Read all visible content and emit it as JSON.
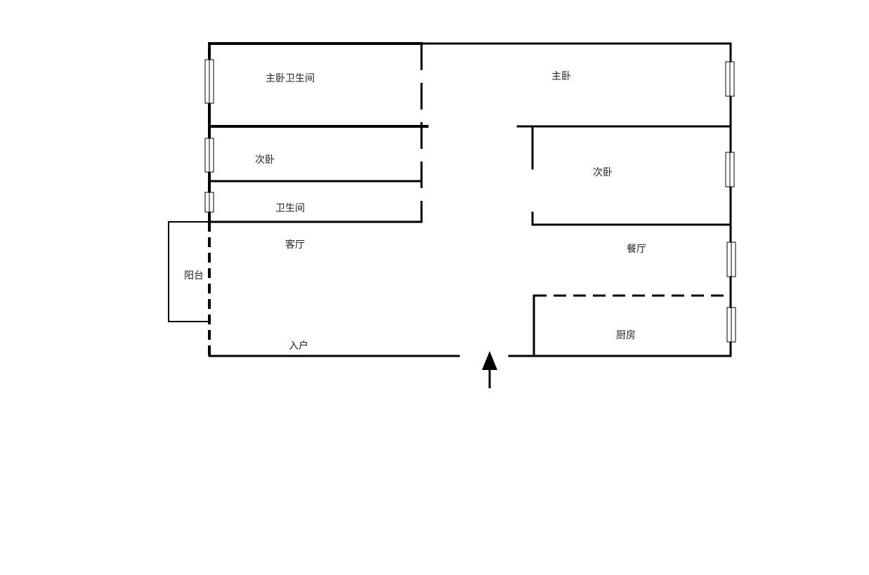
{
  "rooms": {
    "master_bathroom": "主卧卫生间",
    "master_bedroom": "主卧",
    "second_bedroom_left": "次卧",
    "second_bedroom_right": "次卧",
    "bathroom": "卫生间",
    "living_room": "客厅",
    "dining_room": "餐厅",
    "balcony": "阳台",
    "kitchen": "厨房",
    "entrance": "入户"
  },
  "colors": {
    "wall": "#000000",
    "window_fill": "#ffffff",
    "label": "#222222"
  },
  "icons": {
    "entrance_arrow": "arrow-up-icon"
  }
}
